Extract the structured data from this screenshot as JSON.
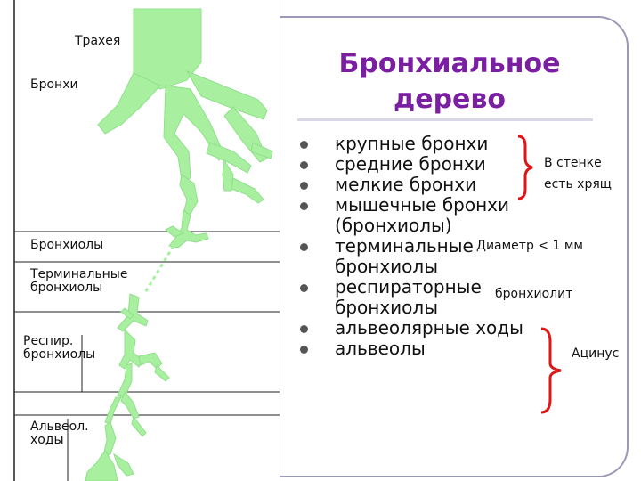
{
  "diagram": {
    "labels": {
      "trachea": "Трахея",
      "bronchi": "Бронхи",
      "bronchioles": "Бронхиолы",
      "terminal_line1": "Терминальные",
      "terminal_line2": "бронхиолы",
      "resp_line1": "Респир.",
      "resp_line2": "бронхиолы",
      "alveol_line1": "Альвеол.",
      "alveol_line2": "ходы"
    },
    "colors": {
      "airway": "#a8f0a0",
      "airway_edge": "#7fd87a"
    }
  },
  "slide": {
    "title_line1": "Бронхиальное",
    "title_line2": "дерево",
    "title_color": "#7a1fa2",
    "bullets": [
      {
        "line1": "крупные бронхи"
      },
      {
        "line1": "средние бронхи"
      },
      {
        "line1": "мелкие бронхи"
      },
      {
        "line1": "мышечные бронхи",
        "line2": "(бронхиолы)"
      },
      {
        "line1": "терминальные",
        "line2": "бронхиолы"
      },
      {
        "line1": "респираторные",
        "line2": "бронхиолы"
      },
      {
        "line1": "альвеолярные ходы"
      },
      {
        "line1": "альвеолы"
      }
    ],
    "notes": {
      "wall_line1": "В стенке",
      "wall_line2": "есть хрящ",
      "diameter": "Диаметр < 1 мм",
      "bronchiolitis": "бронхиолит",
      "acinus": "Ацинус"
    },
    "brace_color": "#e01515"
  }
}
